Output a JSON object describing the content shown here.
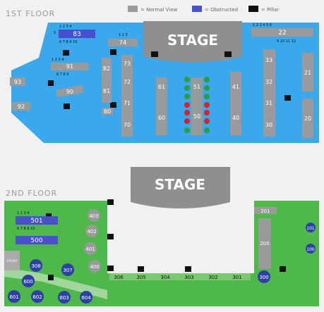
{
  "floor1": {
    "title": "1ST FLOOR",
    "legend": {
      "normal": "= Normal View",
      "obstructed": "= Obstructed",
      "pillar": "= Pillar"
    },
    "stage": "STAGE",
    "sections": {
      "s83": "83",
      "s74": "74",
      "s91": "91",
      "s90": "90",
      "s93": "93",
      "s92": "92",
      "s82": "82",
      "s81": "81",
      "s80": "80",
      "s73": "73",
      "s72": "72",
      "s71": "71",
      "s70": "70",
      "s61": "61",
      "s60": "60",
      "s51": "51",
      "s50": "50",
      "s41": "41",
      "s40": "40",
      "s33": "33",
      "s32": "32",
      "s31": "31",
      "s30": "30",
      "s22": "22",
      "s21": "21",
      "s20": "20"
    }
  },
  "floor2": {
    "title": "2ND FLOOR",
    "stage": "STAGE",
    "stairs": "STAIRS",
    "sections": {
      "s501": "501",
      "s500": "500",
      "s403": "403",
      "s402": "402",
      "s401": "401",
      "s400": "400",
      "s308": "308",
      "s307": "307",
      "s306": "306",
      "s305": "305",
      "s304": "304",
      "s303": "303",
      "s302": "302",
      "s301": "301",
      "s300": "300",
      "s201": "201",
      "s200": "200",
      "s101": "101",
      "s100": "100",
      "s600": "600",
      "s601": "601",
      "s602": "602",
      "s603": "603",
      "s604": "604"
    }
  },
  "colors": {
    "normal": "#9a9a9a",
    "obstructed": "#4a4fd0",
    "pillar": "#111111",
    "floor1_bg": "#3aa8ec",
    "floor2_bg": "#4fb84b",
    "stage": "#8f8f8f",
    "seat_green": "#2f9b3a",
    "seat_red": "#e02020"
  }
}
